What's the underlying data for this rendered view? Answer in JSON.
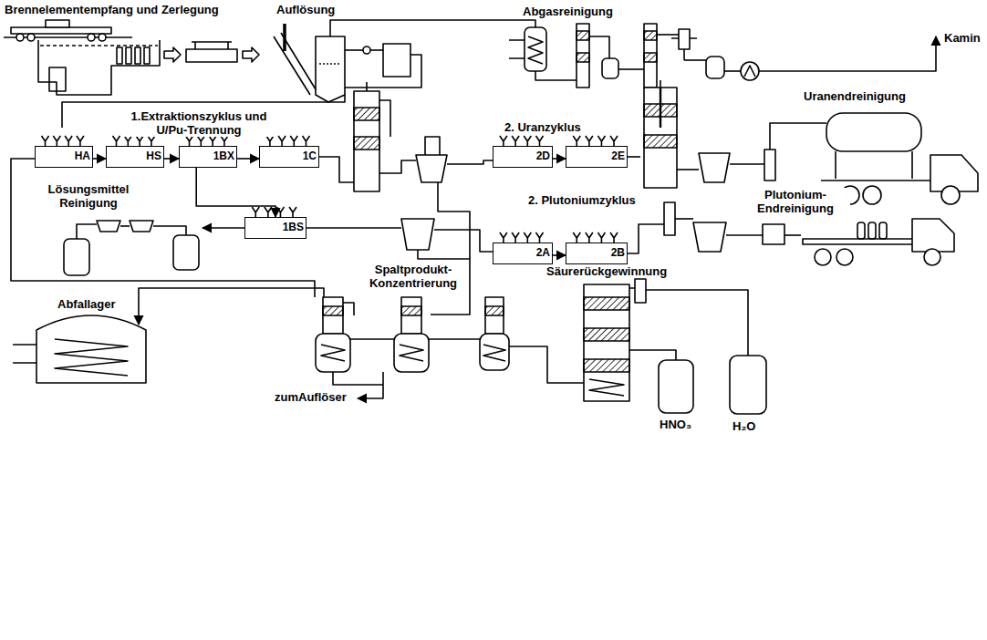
{
  "diagram": {
    "nodes": [
      {
        "text": [
          "HA"
        ]
      },
      {
        "text": [
          "HS"
        ]
      },
      {
        "text": [
          "1BX"
        ]
      },
      {
        "text": [
          "1C"
        ]
      },
      {
        "text": [
          "2D"
        ]
      },
      {
        "text": [
          "2E"
        ]
      },
      {
        "text": [
          "1BS"
        ]
      },
      {
        "text": [
          "2A"
        ]
      },
      {
        "text": [
          "2B"
        ]
      }
    ],
    "edges": [
      {
        "from": 0,
        "to": 1,
        "arrow": "to"
      },
      {
        "from": 1,
        "to": 2,
        "arrow": "to"
      },
      {
        "from": 2,
        "to": 3,
        "arrow": "to"
      },
      {
        "from": 2,
        "to": 6,
        "arrow": "to"
      },
      {
        "from": 4,
        "to": 5,
        "arrow": "to"
      },
      {
        "from": 7,
        "to": 8,
        "arrow": "to"
      }
    ],
    "labels": [
      "Brennelementempfang und Zerlegung",
      "Auflösung",
      "Abgasreinigung",
      "Kamin",
      "1.Extraktionszyklus und U/Pu-Trennung",
      "2. Uranzyklus",
      "Uranendreinigung",
      "Lösungsmittel Reinigung",
      "2. Plutoniumzyklus",
      "Plutonium-Endreinigung",
      "Abfallager",
      "Spaltprodukt-Konzentrierung",
      "Säurerückgewinnung",
      "zumAuflöser",
      "HNO₃",
      "H₂O"
    ]
  }
}
